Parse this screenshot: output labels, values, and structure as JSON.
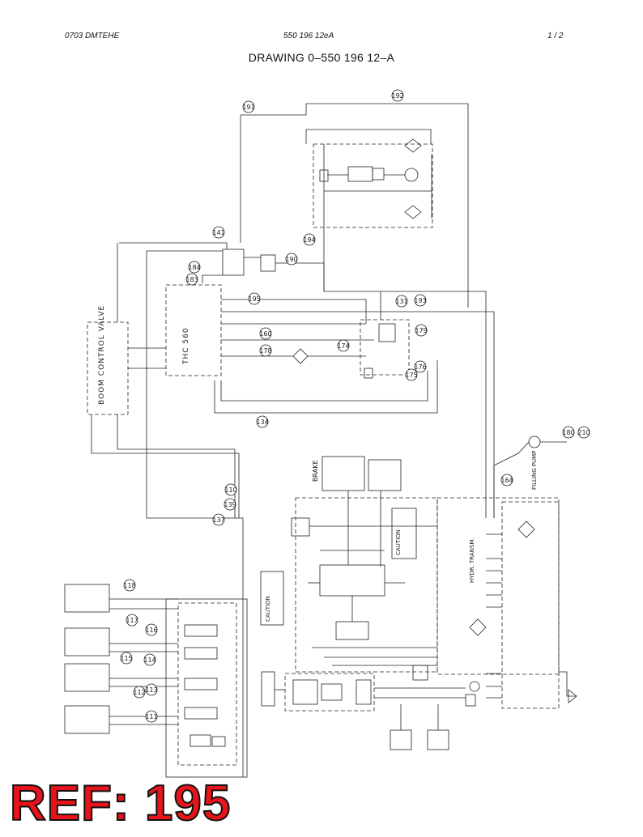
{
  "header": {
    "left": "0703 DMTEHE",
    "center": "550 196 12eA",
    "right": "1 /   2"
  },
  "title": "DRAWING 0–550 196 12–A",
  "components": {
    "boom_control_valve": "BOOM CONTROL VALVE",
    "thc": "THC 560",
    "brake": "BRAKE",
    "hydr_transm": "HYDR. TRANSM.",
    "filling_pump": "FILLING PUMP",
    "caution_left": "CAUTION",
    "caution_right": "CAUTION"
  },
  "callouts": [
    "191",
    "192",
    "141",
    "190",
    "194",
    "183",
    "184",
    "195",
    "193",
    "131",
    "160",
    "179",
    "178",
    "174",
    "175",
    "176",
    "134",
    "164",
    "180",
    "210",
    "110",
    "139",
    "137",
    "118",
    "117",
    "116",
    "115",
    "114",
    "112",
    "113",
    "111"
  ],
  "ref_label": "REF: 195",
  "colors": {
    "ref": "#e8141b",
    "line": "#222222"
  }
}
